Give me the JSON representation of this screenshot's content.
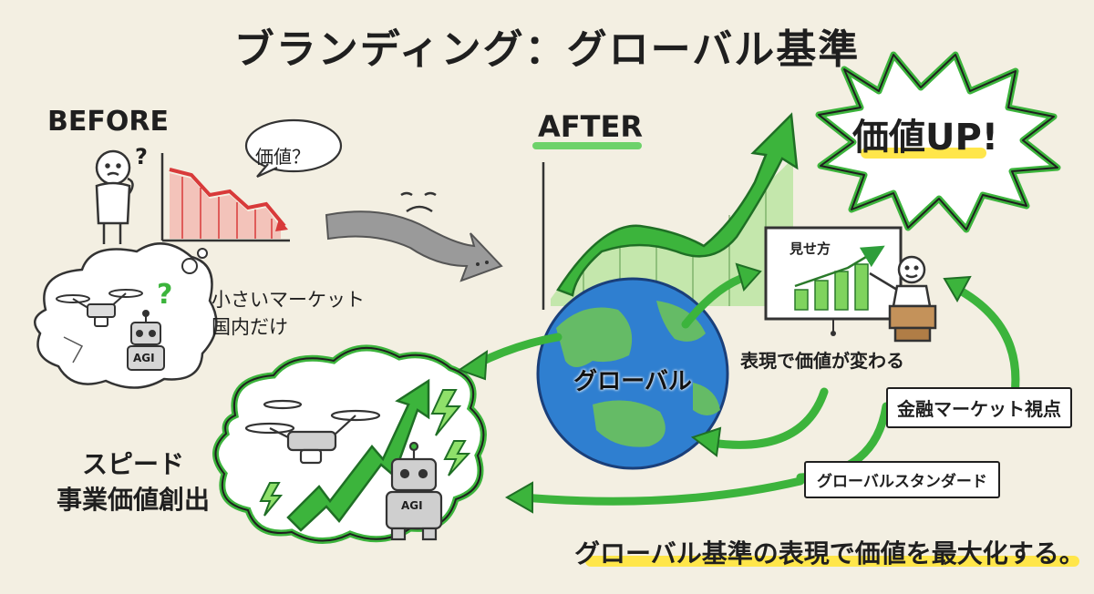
{
  "title": "ブランディング：グローバル基準",
  "before": {
    "label": "BEFORE",
    "thought_bubble": "価値？",
    "question_mark": "?",
    "market_line1": "小さいマーケット",
    "market_line2": "国内だけ",
    "agi_label": "AGI"
  },
  "after": {
    "label": "AFTER",
    "burst": "価値UP!",
    "board_title": "見せ方",
    "expression": "表現で価値が変わる"
  },
  "globe": {
    "label": "グローバル"
  },
  "boxes": {
    "finance": "金融マーケット視点",
    "standard": "グローバルスタンダード"
  },
  "speed_cloud": {
    "line1": "スピード",
    "line2": "事業価値創出",
    "agi_label": "AGI"
  },
  "bottom": "グローバル基準の表現で価値を最大化する。",
  "colors": {
    "background": "#f3efe2",
    "green": "#3cb43c",
    "light_green": "#8fe06a",
    "red": "#d83a3a",
    "highlight": "#ffe64a",
    "globe_blue": "#2f7fd0"
  }
}
